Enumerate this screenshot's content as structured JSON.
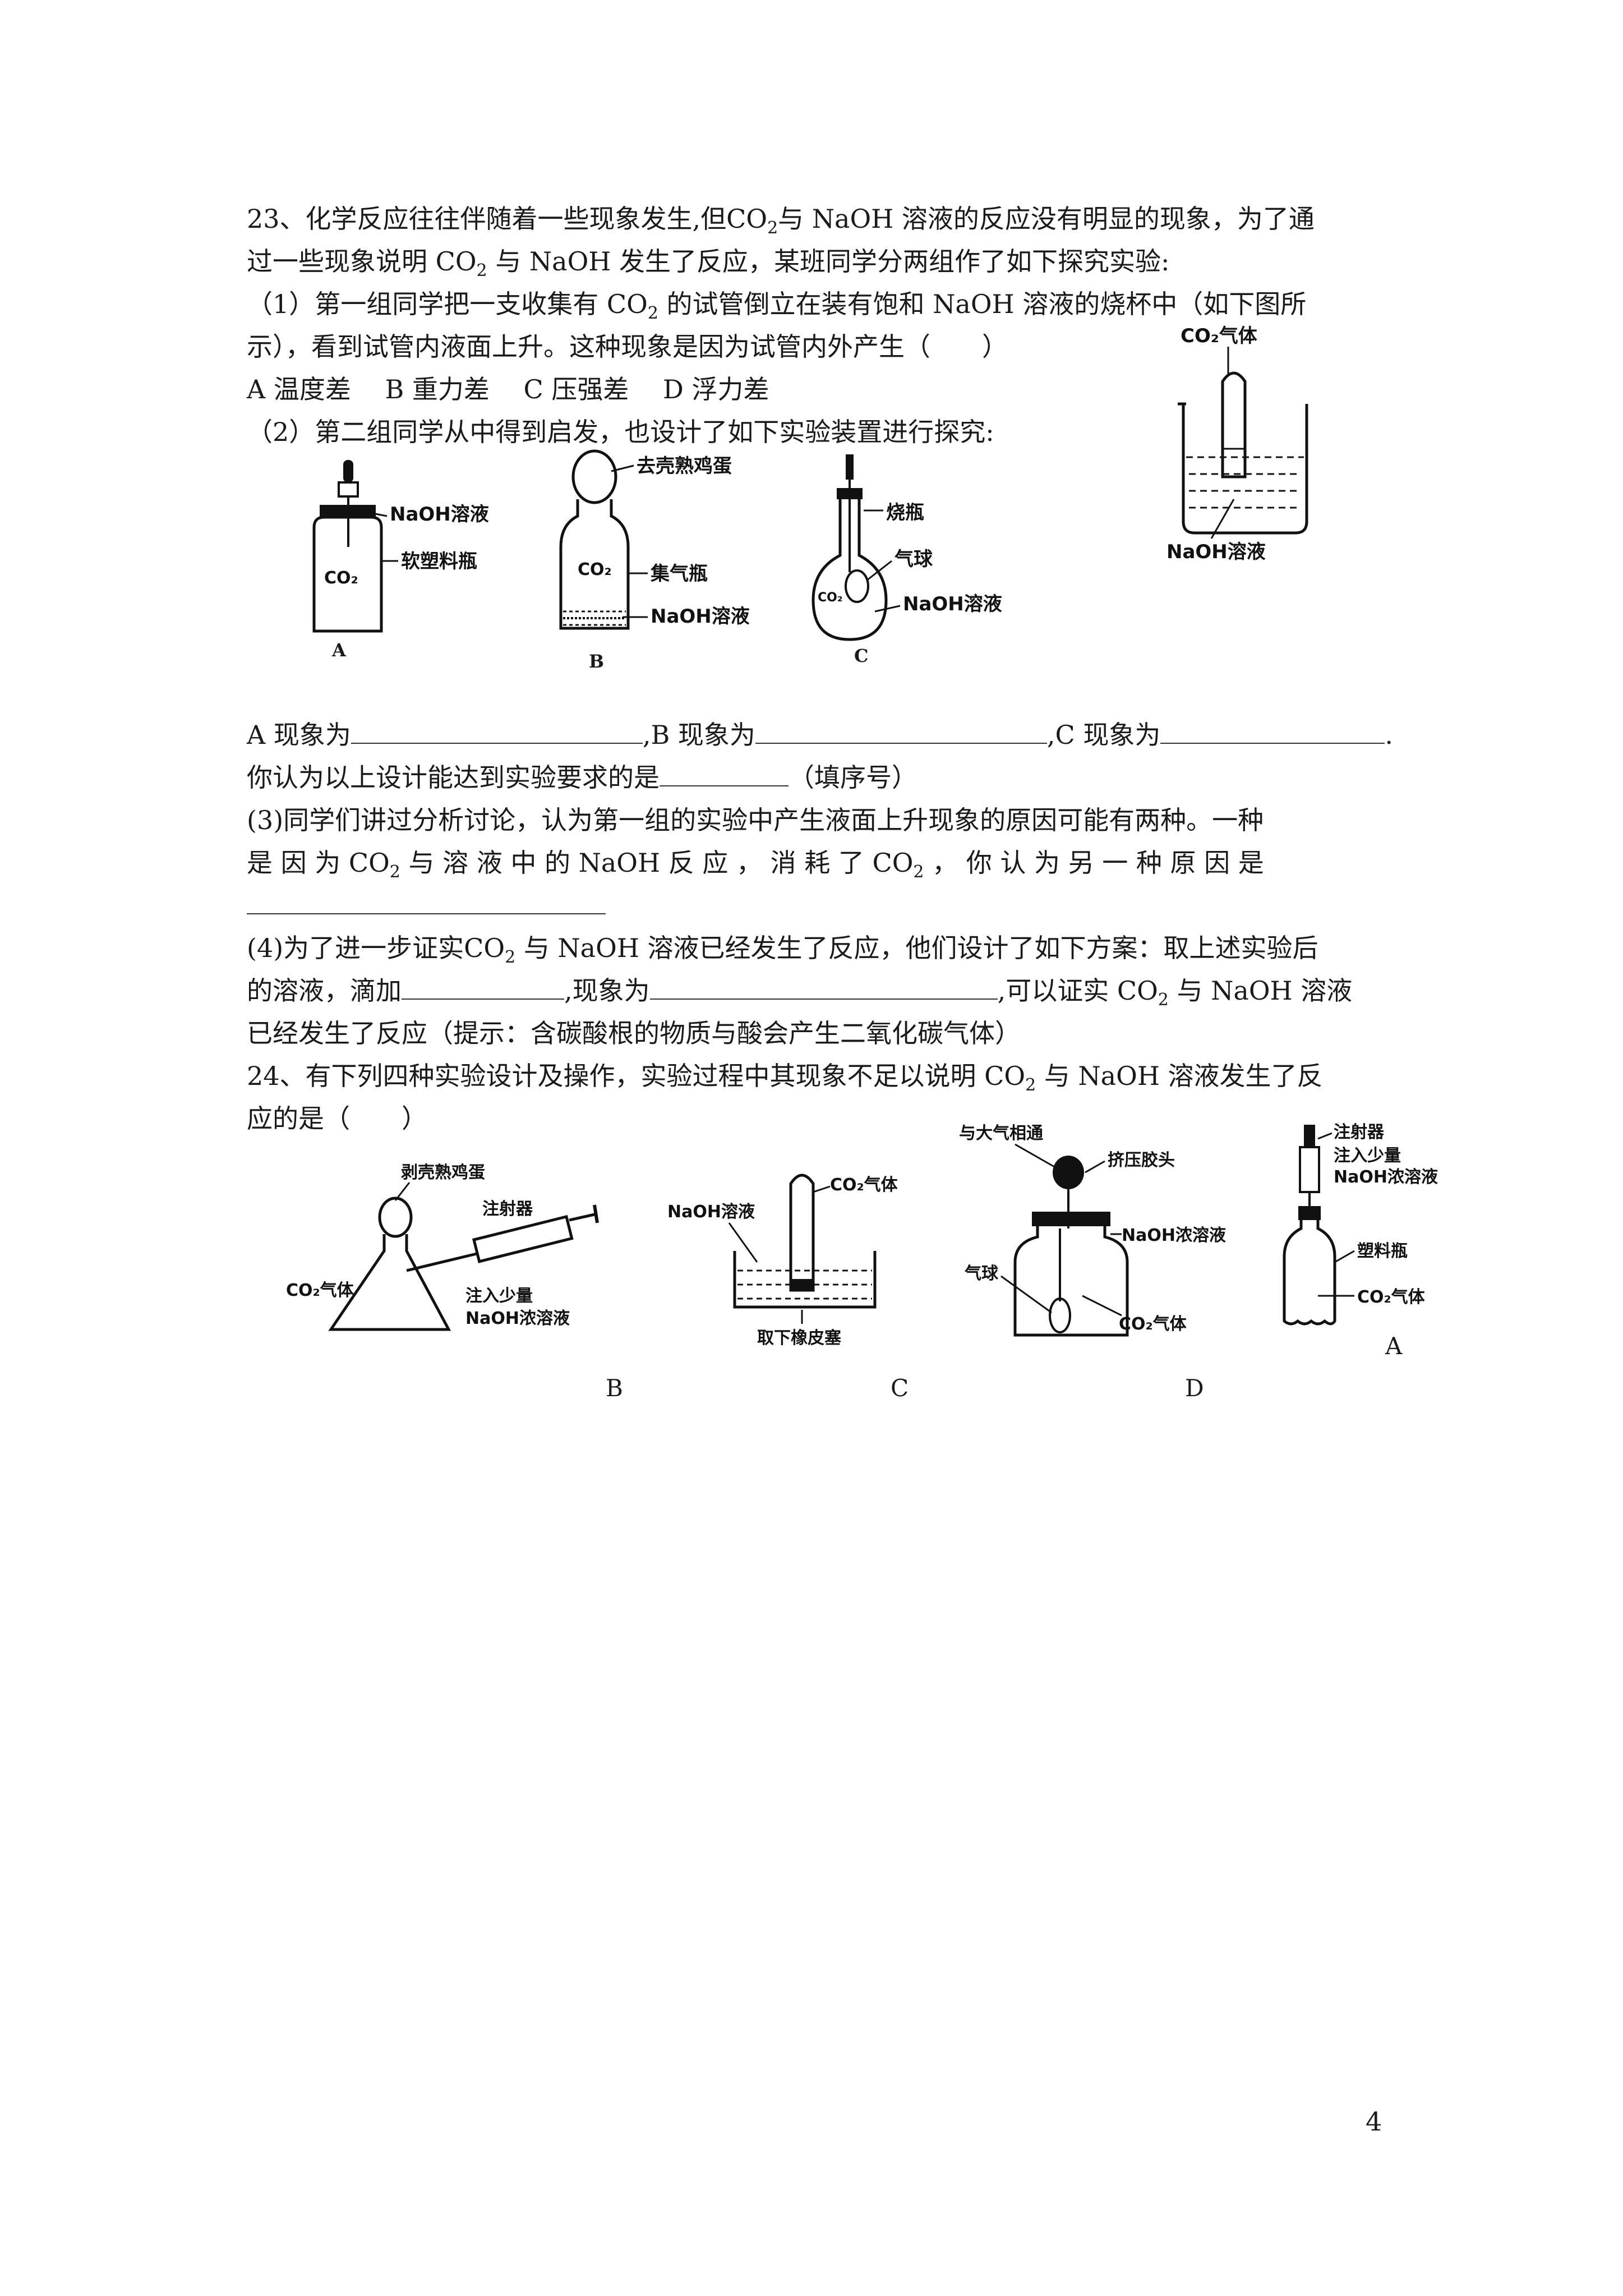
{
  "q23": {
    "intro1": "23、化学反应往往伴随着一些现象发生,但",
    "intro1b": "与 NaOH 溶液的反应没有明显的现象，为了通",
    "intro2a": "过一些现象说明",
    "intro2b": "与 NaOH 发生了反应，某班同学分两组作了如下探究实验:",
    "p1a": "（1）第一组同学把一支收集有",
    "p1b": "的试管倒立在装有饱和 NaOH 溶液的烧杯中（如下图所",
    "p1c": "示），看到试管内液面上升。这种现象是因为试管内外产生（　　）",
    "options": "A 温度差　 B 重力差　 C 压强差　 D 浮力差",
    "p2": "（2）第二组同学从中得到启发，也设计了如下实验装置进行探究:",
    "fill_a": "A 现象为",
    "fill_b": ",B 现象为",
    "fill_c": ",C 现象为",
    "fill_end": ".",
    "req_a": "你认为以上设计能达到实验要求的是",
    "req_b": "（填序号）",
    "p3a": "(3)同学们讲过分析讨论，认为第一组的实验中产生液面上升现象的原因可能有两种。一种",
    "p3b1": "是 因 为",
    "p3b2": "与 溶 液 中 的 NaOH 反 应 ， 消 耗 了",
    "p3b3": "， 你 认 为 另 一 种 原 因 是",
    "p4a1": "(4)为了进一步证实",
    "p4a2": "与 NaOH 溶液已经发生了反应，他们设计了如下方案：取上述实验后",
    "p4b1": "的溶液，滴加",
    "p4b2": ",现象为",
    "p4b3": ",可以证实",
    "p4b4": "与 NaOH 溶液",
    "p4c": "已经发生了反应（提示：含碳酸根的物质与酸会产生二氧化碳气体）"
  },
  "q24": {
    "l1a": "24、有下列四种实验设计及操作，实验过程中其现象不足以说明",
    "l1b": "与 NaOH 溶液发生了反",
    "l2": "应的是（　　）"
  },
  "co2": {
    "main": "CO",
    "sub": "2"
  },
  "fig1": {
    "label_top": "CO₂气体",
    "label_bottom": "NaOH溶液"
  },
  "fig2": {
    "A": {
      "l1": "NaOH溶液",
      "l2": "软塑料瓶",
      "inner": "CO₂",
      "letter": "A"
    },
    "B": {
      "l1": "去壳熟鸡蛋",
      "l2": "集气瓶",
      "l3": "NaOH溶液",
      "inner": "CO₂",
      "letter": "B"
    },
    "C": {
      "l1": "烧瓶",
      "l2": "气球",
      "l3": "NaOH溶液",
      "inner": "CO₂",
      "letter": "C"
    }
  },
  "fig3": {
    "B": {
      "egg": "剥壳熟鸡蛋",
      "syringe": "注射器",
      "gas": "CO₂气体",
      "inject1": "注入少量",
      "inject2": "NaOH浓溶液",
      "letter": "B"
    },
    "C": {
      "sol": "NaOH溶液",
      "gas": "CO₂气体",
      "plug": "取下橡皮塞",
      "letter": "C"
    },
    "D": {
      "air": "与大气相通",
      "press": "挤压胶头",
      "sol": "NaOH浓溶液",
      "balloon": "气球",
      "gas": "CO₂气体",
      "letter": "D"
    },
    "A": {
      "syringe": "注射器",
      "inject1": "注入少量",
      "inject2": "NaOH浓溶液",
      "bottle": "塑料瓶",
      "gas": "CO₂气体",
      "letter": "A"
    }
  },
  "page_number": "4"
}
